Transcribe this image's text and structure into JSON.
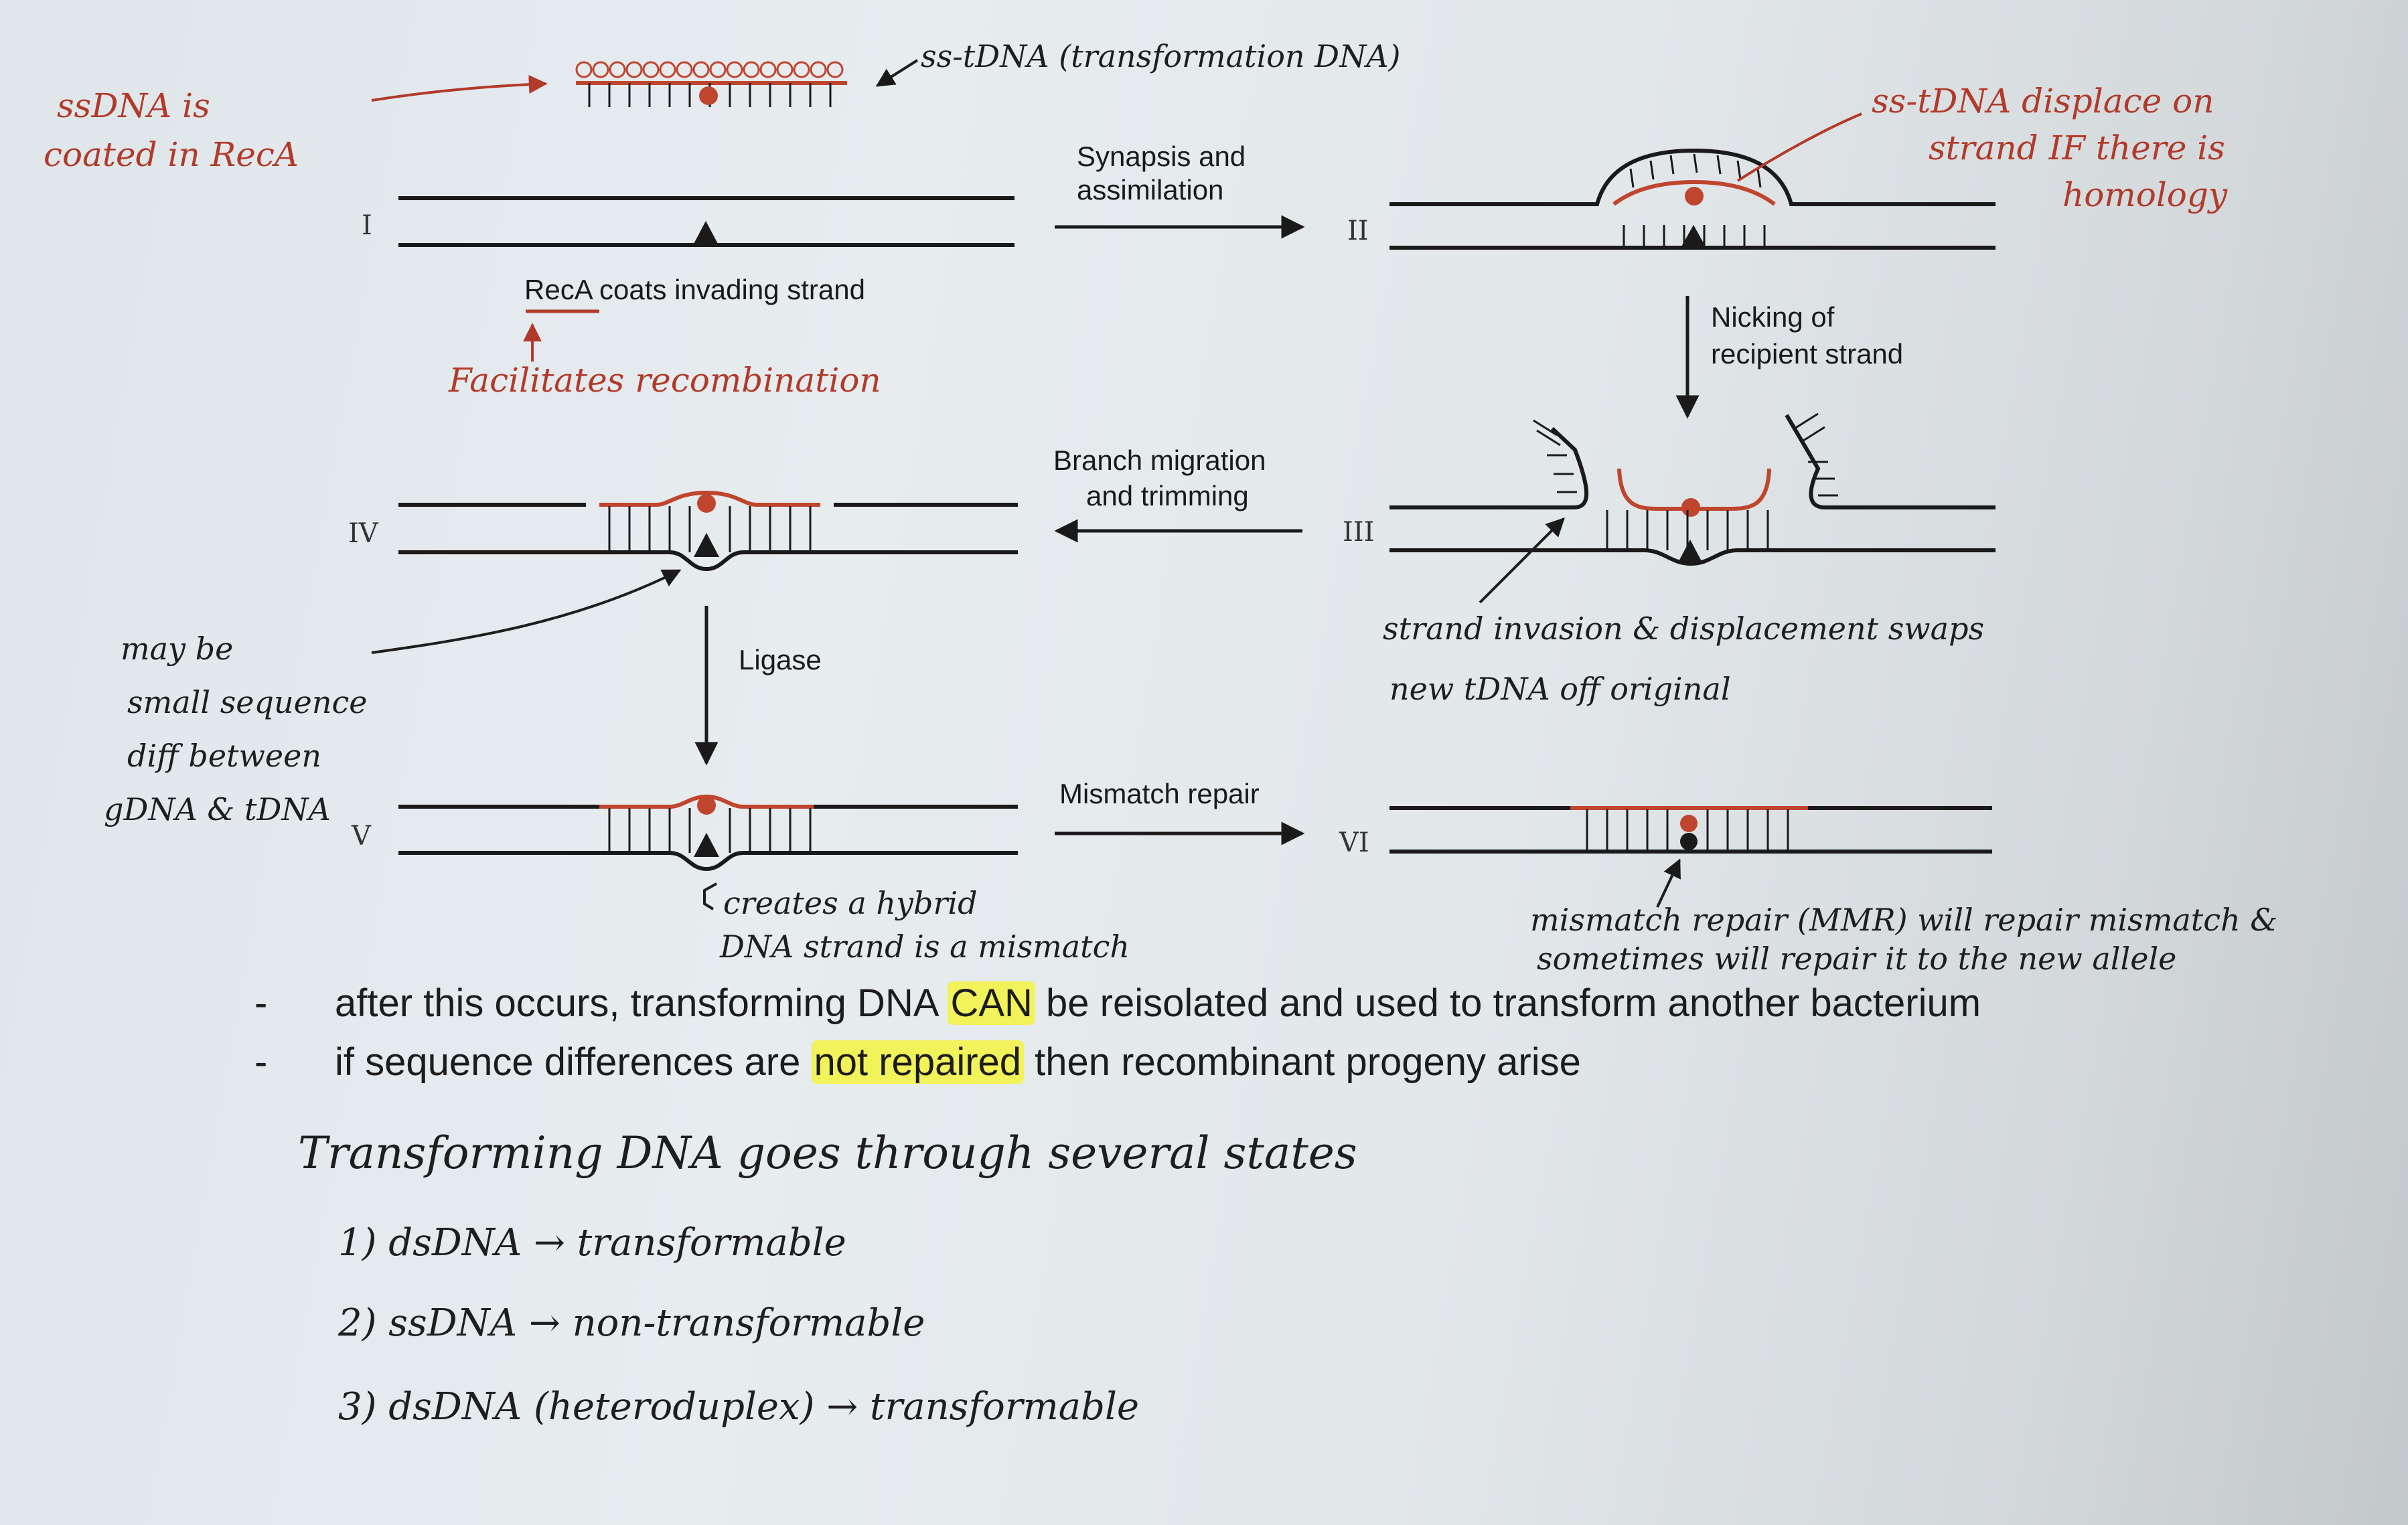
{
  "diagram": {
    "steps": {
      "I": "I",
      "II": "II",
      "III": "III",
      "IV": "IV",
      "V": "V",
      "VI": "VI"
    },
    "arrows": {
      "synapsis_line1": "Synapsis and",
      "synapsis_line2": "assimilation",
      "nicking_line1": "Nicking of",
      "nicking_line2": "recipient strand",
      "branch_line1": "Branch migration",
      "branch_line2": "and trimming",
      "ligase": "Ligase",
      "mismatch": "Mismatch repair"
    },
    "captions": {
      "reca": "RecA coats invading strand"
    },
    "colors": {
      "recipient_dna": "#1a1a1a",
      "transforming_dna": "#c0452e",
      "annotation_ink": "#b23a2a"
    }
  },
  "annotations": {
    "ssdna_coated_line1": "ssDNA is",
    "ssdna_coated_line2": "coated in RecA",
    "ss_tdna": "ss-tDNA (transformation DNA)",
    "facilitates": "Facilitates recombination",
    "displace_line1": "ss-tDNA displace on",
    "displace_line2": "strand IF there is",
    "displace_line3": "homology",
    "invasion_line1": "strand invasion & displacement swaps",
    "invasion_line2": "new tDNA off original",
    "maybe_line1": "may be",
    "maybe_line2": "small sequence",
    "maybe_line3": "diff between",
    "maybe_line4": "gDNA & tDNA",
    "hybrid_line1": "creates a hybrid",
    "hybrid_line2": "DNA strand is a mismatch",
    "mmr_line1": "mismatch repair (MMR) will repair mismatch &",
    "mmr_line2": "sometimes will repair it to the new allele"
  },
  "bullets": [
    {
      "dash": "-",
      "before": "after this occurs, transforming DNA ",
      "highlight": "CAN",
      "after": " be reisolated and used to transform another bacterium"
    },
    {
      "dash": "-",
      "before": "if sequence differences are ",
      "highlight": "not repaired",
      "after": " then recombinant progeny arise"
    }
  ],
  "states": {
    "heading": "Transforming DNA goes through several states",
    "items": [
      "1) dsDNA → transformable",
      "2) ssDNA → non-transformable",
      "3) dsDNA (heteroduplex) → transformable"
    ]
  }
}
